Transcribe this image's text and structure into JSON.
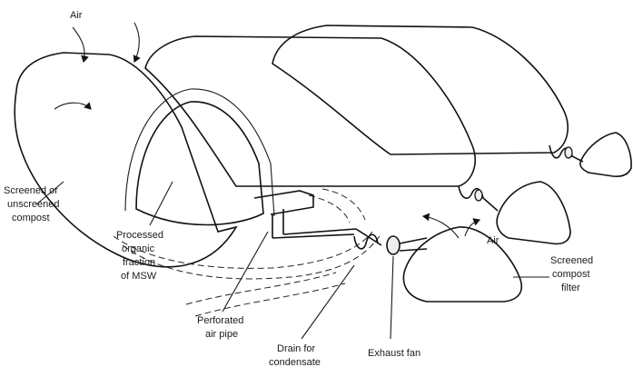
{
  "labels": {
    "air_top": "Air",
    "air_right": "Air",
    "compost": [
      "Screened or",
      "unscreened",
      "compost"
    ],
    "processed": [
      "Processed",
      "organic",
      "fraction",
      "of MSW"
    ],
    "pipe": [
      "Perforated",
      "air pipe"
    ],
    "drain": [
      "Drain for",
      "condensate"
    ],
    "fan": "Exhaust fan",
    "filter": [
      "Screened",
      "compost",
      "filter"
    ]
  }
}
